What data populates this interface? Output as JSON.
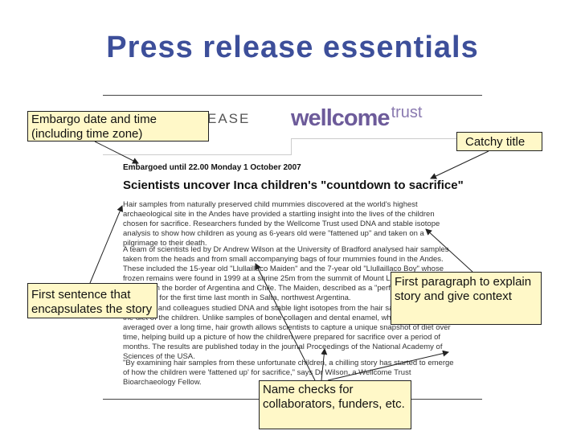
{
  "slide": {
    "title": "Press release essentials"
  },
  "document": {
    "header_partial": "EASE",
    "logo_main": "wellcome",
    "logo_sub": "trust",
    "embargo": "Embargoed until 22.00 Monday 1 October 2007",
    "headline": "Scientists uncover Inca children's \"countdown to sacrifice\"",
    "paragraph_1": "Hair samples from naturally preserved child mummies discovered at the world's highest archaeological site in the Andes have provided a startling insight into the lives of the children chosen for sacrifice. Researchers funded by the Wellcome Trust used DNA and stable isotope analysis to show how children as young as 6-years old were \"fattened up\" and taken on a pilgrimage to their death.",
    "paragraph_2": "A team of scientists led by Dr Andrew Wilson at the University of Bradford analysed hair samples taken from the heads and from small accompanying bags of four mummies found in the Andes. These included the 15-year old \"Llullaillaco Maiden\" and the 7-year old \"Llullaillaco Boy\" whose frozen remains were found in 1999 at a shrine 25m from the summit of Mount Llullaillaco, a 6,739 m volcano on the border of Argentina and Chile. The Maiden, described as a \"perfect mummy\" went on display for the first time last month in Salta, northwest Argentina.",
    "paragraph_3": "Dr Wilson and colleagues studied DNA and stable light isotopes from the hair samples to identify the diet of the children. Unlike samples of bone collagen and dental enamel, which record diet averaged over a long time, hair growth allows scientists to capture a unique snapshot of diet over time, helping build up a picture of how the children were prepared for sacrifice over a period of months. The results are published today in the journal Proceedings of the National Academy of Sciences of the USA.",
    "paragraph_4": "\"By examining hair samples from these unfortunate children, a chilling story has started to emerge of how the children were 'fattened up' for sacrifice,\" says Dr Wilson, a Wellcome Trust Bioarchaeology Fellow."
  },
  "callouts": {
    "embargo": "Embargo date and time (including time zone)",
    "title": "Catchy title",
    "first_sentence": "First sentence that encapsulates the story",
    "first_paragraph": "First paragraph to explain story and give context",
    "name_checks": "Name checks for collaborators, funders, etc."
  },
  "colors": {
    "title": "#3d4f9a",
    "callout_fill": "#fff8c8",
    "logo": "#6d5b9a"
  }
}
